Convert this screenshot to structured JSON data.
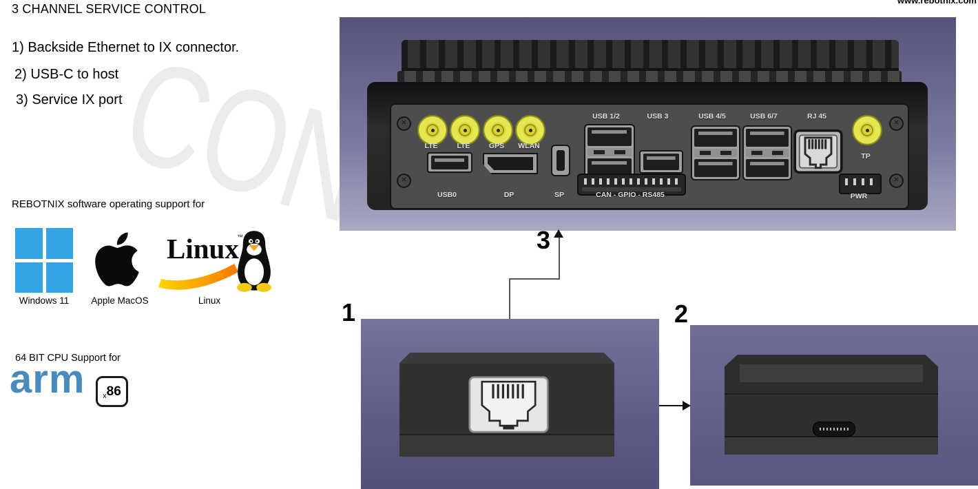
{
  "header": {
    "title": "3 CHANNEL SERVICE CONTROL",
    "website": "www.rebotnix.com"
  },
  "watermark": {
    "text": "CONFIDENTIAL"
  },
  "channel_list": [
    {
      "label": "1) Backside Ethernet to IX connector."
    },
    {
      "label": "2) USB-C to host"
    },
    {
      "label": "3) Service IX port"
    }
  ],
  "software_support": {
    "heading": "REBOTNIX software operating support for",
    "platforms": [
      {
        "label": "Windows 11",
        "icon": "windows-logo"
      },
      {
        "label": "Apple MacOS",
        "icon": "apple-logo"
      },
      {
        "label": "Linux",
        "icon": "linux-tux-logo",
        "wordmark": "Linux",
        "trademark": "™"
      }
    ]
  },
  "cpu_support": {
    "heading": "64 BIT CPU Support for",
    "architectures": [
      {
        "label": "arm",
        "icon": "arm-logo"
      },
      {
        "label": "x86",
        "icon": "x86-badge",
        "sub": "x",
        "num": "86"
      }
    ]
  },
  "rear_panel": {
    "antenna_labels": [
      {
        "label": "LTE"
      },
      {
        "label": "LTE"
      },
      {
        "label": "GPS"
      },
      {
        "label": "WLAN"
      },
      {
        "label": "TP"
      }
    ],
    "top_ports": [
      {
        "label": "USB 1/2"
      },
      {
        "label": "USB 3"
      },
      {
        "label": "USB 4/5"
      },
      {
        "label": "USB 6/7"
      },
      {
        "label": "RJ 45"
      }
    ],
    "bottom_ports": [
      {
        "label": "USB0"
      },
      {
        "label": "DP"
      },
      {
        "label": "SP"
      },
      {
        "label": "CAN - GPIO - RS485"
      },
      {
        "label": "PWR"
      }
    ]
  },
  "callouts": [
    {
      "label": "1"
    },
    {
      "label": "2"
    },
    {
      "label": "3"
    }
  ],
  "colors": {
    "antenna_yellow": "#dedf3e",
    "windows_blue": "#33a3e3",
    "arm_blue": "#4a8bbe",
    "swoosh_yellow": "#ffd400",
    "swoosh_orange": "#f57900",
    "scene_purple_dark": "#53537b",
    "scene_purple_light": "#a9a9c3"
  }
}
